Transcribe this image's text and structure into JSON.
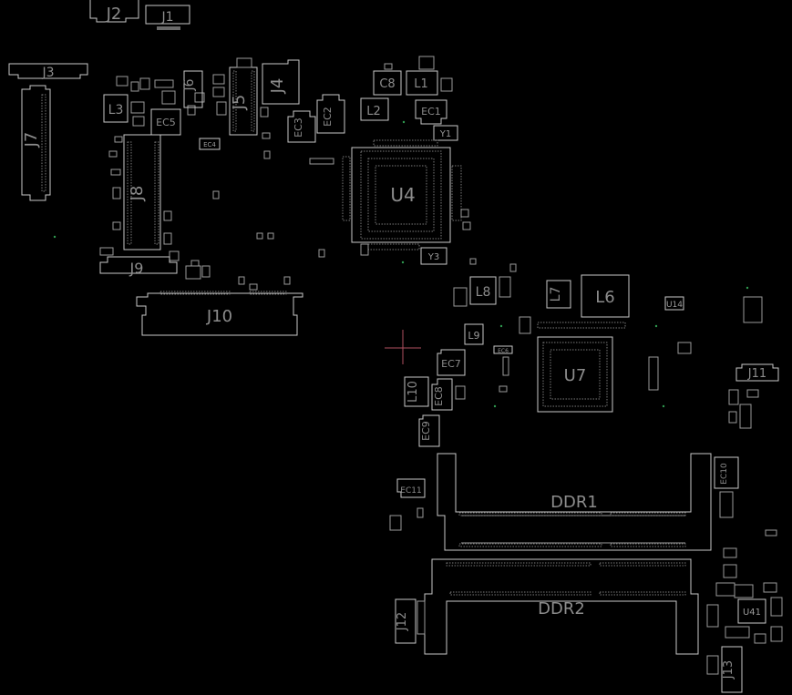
{
  "board": {
    "background": "#000000",
    "outline_color": "#c8c8c8",
    "label_color": "#8c8c8c",
    "cursor_color": "#b05060",
    "fiducial_color": "#2f9a4f",
    "labels": {
      "J1": "J1",
      "J2": "J2",
      "J3": "J3",
      "J4": "J4",
      "J5": "J5",
      "J6": "J6",
      "J7": "J7",
      "J8": "J8",
      "J9": "J9",
      "J10": "J10",
      "J11": "J11",
      "J12": "J12",
      "J13": "J13",
      "L1": "L1",
      "L2": "L2",
      "L3": "L3",
      "L6": "L6",
      "L7": "L7",
      "L8": "L8",
      "L9": "L9",
      "L10": "L10",
      "C8": "C8",
      "EC1": "EC1",
      "EC2": "EC2",
      "EC3": "EC3",
      "EC4": "EC4",
      "EC5": "EC5",
      "EC6": "EC6",
      "EC7": "EC7",
      "EC8": "EC8",
      "EC9": "EC9",
      "EC10": "EC10",
      "EC11": "EC11",
      "U4": "U4",
      "U7": "U7",
      "U14": "U14",
      "U41": "U41",
      "Y1": "Y1",
      "Y3": "Y3",
      "DDR1": "DDR1",
      "DDR2": "DDR2"
    }
  }
}
